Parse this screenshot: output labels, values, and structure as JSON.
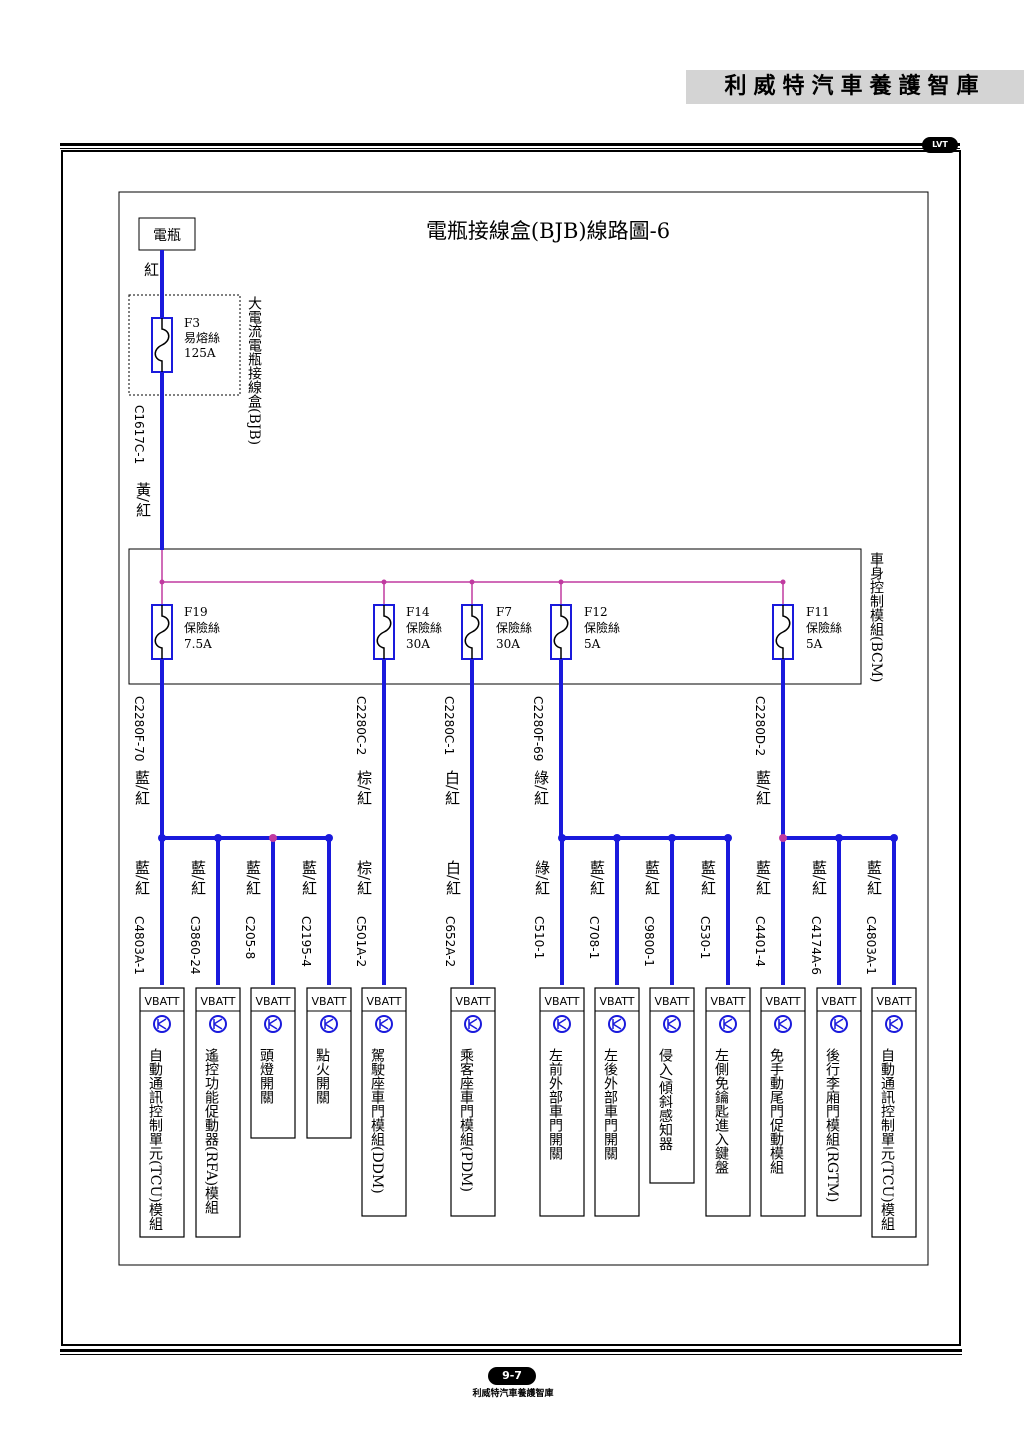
{
  "header": {
    "brand": "利威特汽車養護智庫",
    "logo": "LVT"
  },
  "footer": {
    "page_number": "9-7",
    "subtitle": "利威特汽車養護智庫"
  },
  "diagram": {
    "title": "電瓶接線盒(BJB)線路圖-6",
    "battery": {
      "label": "電瓶",
      "wire_color": "紅"
    },
    "bjb": {
      "label": "大電流電瓶接線盒(BJB)",
      "fuse": {
        "name": "F3",
        "type": "易熔絲",
        "rating": "125A"
      },
      "out_connector": "C1617C-1",
      "out_wire_color": "黃/紅"
    },
    "bcm": {
      "label": "車身控制模組(BCM)",
      "fuses": [
        {
          "name": "F19",
          "type": "保險絲",
          "rating": "7.5A",
          "connector": "C2280F-70",
          "wire_color": "藍/紅"
        },
        {
          "name": "F14",
          "type": "保險絲",
          "rating": "30A",
          "connector": "C2280C-2",
          "wire_color": "棕/紅"
        },
        {
          "name": "F7",
          "type": "保險絲",
          "rating": "30A",
          "connector": "C2280C-1",
          "wire_color": "白/紅"
        },
        {
          "name": "F12",
          "type": "保險絲",
          "rating": "5A",
          "connector": "C2280F-69",
          "wire_color": "綠/紅"
        },
        {
          "name": "F11",
          "type": "保險絲",
          "rating": "5A",
          "connector": "C2280D-2",
          "wire_color": "藍/紅"
        }
      ]
    },
    "loads": [
      {
        "wire_color": "藍/紅",
        "connector": "C4803A-1",
        "pin": "VBATT",
        "module": "自動通訊控制單元(TCU)模組"
      },
      {
        "wire_color": "藍/紅",
        "connector": "C3860-24",
        "pin": "VBATT",
        "module": "遙控功能促動器(RFA)模組"
      },
      {
        "wire_color": "藍/紅",
        "connector": "C205-8",
        "pin": "VBATT",
        "module": "頭燈開關"
      },
      {
        "wire_color": "藍/紅",
        "connector": "C2195-4",
        "pin": "VBATT",
        "module": "點火開關"
      },
      {
        "wire_color": "棕/紅",
        "connector": "C501A-2",
        "pin": "VBATT",
        "module": "駕駛座車門模組(DDM)"
      },
      {
        "wire_color": "白/紅",
        "connector": "C652A-2",
        "pin": "VBATT",
        "module": "乘客座車門模組(PDM)"
      },
      {
        "wire_color": "綠/紅",
        "connector": "C510-1",
        "pin": "VBATT",
        "module": "左前外部車門開關"
      },
      {
        "wire_color": "藍/紅",
        "connector": "C708-1",
        "pin": "VBATT",
        "module": "左後外部車門開關"
      },
      {
        "wire_color": "藍/紅",
        "connector": "C9800-1",
        "pin": "VBATT",
        "module": "侵入/傾斜感知器"
      },
      {
        "wire_color": "藍/紅",
        "connector": "C530-1",
        "pin": "VBATT",
        "module": "左側免鑰匙進入鍵盤"
      },
      {
        "wire_color": "藍/紅",
        "connector": "C4401-4",
        "pin": "VBATT",
        "module": "免手動尾門促動模組"
      },
      {
        "wire_color": "藍/紅",
        "connector": "C4174A-6",
        "pin": "VBATT",
        "module": "後行李廂門模組(RGTM)"
      },
      {
        "wire_color": "藍/紅",
        "connector": "C4803A-1",
        "pin": "VBATT",
        "module": "自動通訊控制單元(TCU)模組"
      }
    ],
    "colors": {
      "wire": "#1a1adc",
      "bus": "#c03aa0",
      "line": "#000000"
    }
  }
}
